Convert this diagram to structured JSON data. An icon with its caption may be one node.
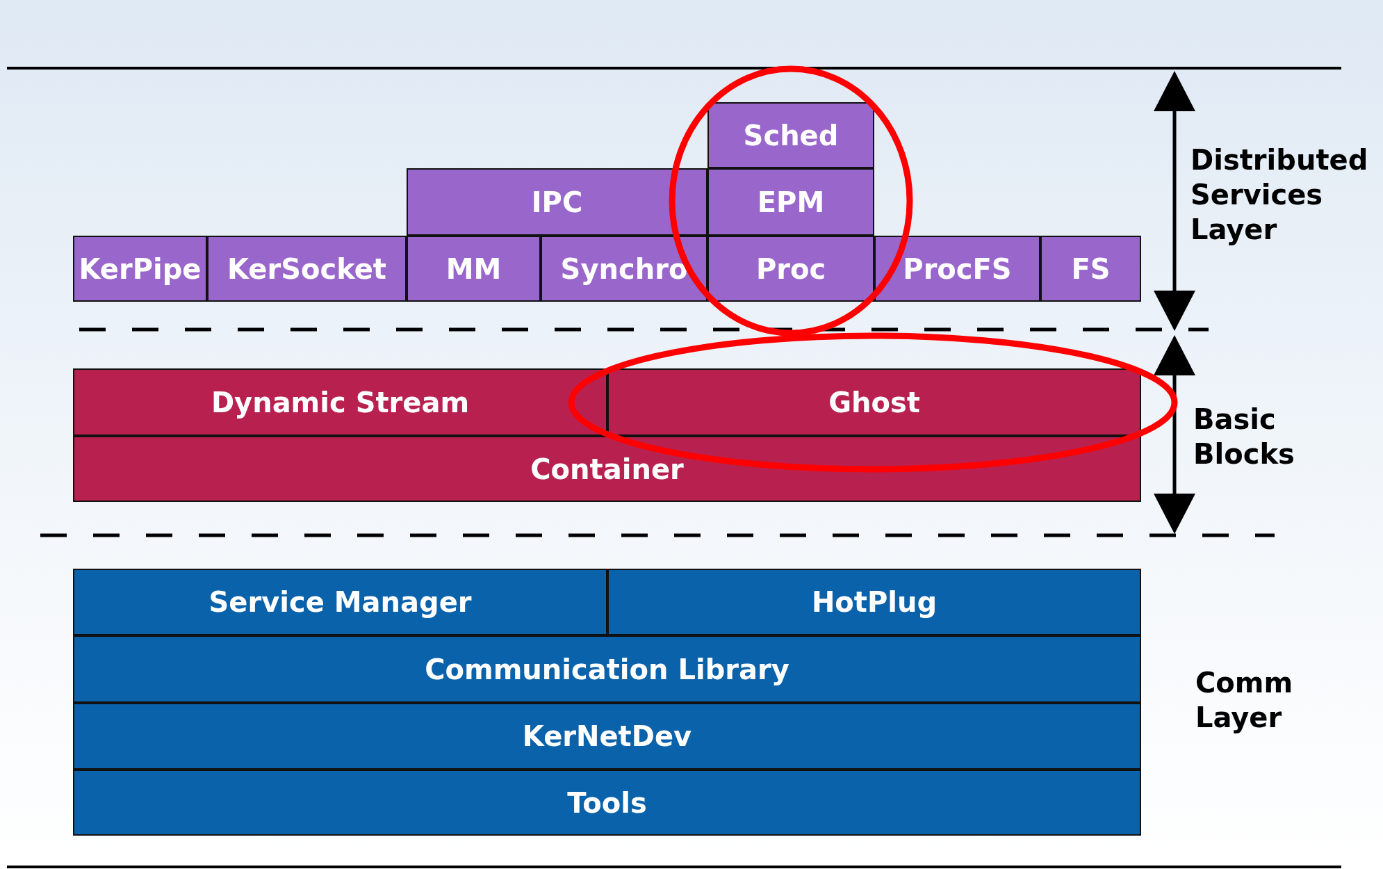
{
  "diagram": {
    "nodes": [
      {
        "text": [
          "Sched"
        ]
      },
      {
        "text": [
          "IPC"
        ]
      },
      {
        "text": [
          "EPM"
        ]
      },
      {
        "text": [
          "KerPipe"
        ]
      },
      {
        "text": [
          "KerSocket"
        ]
      },
      {
        "text": [
          "MM"
        ]
      },
      {
        "text": [
          "Synchro"
        ]
      },
      {
        "text": [
          "Proc"
        ]
      },
      {
        "text": [
          "ProcFS"
        ]
      },
      {
        "text": [
          "FS"
        ]
      },
      {
        "text": [
          "Dynamic Stream"
        ]
      },
      {
        "text": [
          "Ghost"
        ]
      },
      {
        "text": [
          "Container"
        ]
      },
      {
        "text": [
          "Service Manager"
        ]
      },
      {
        "text": [
          "HotPlug"
        ]
      },
      {
        "text": [
          "Communication Library"
        ]
      },
      {
        "text": [
          "KerNetDev"
        ]
      },
      {
        "text": [
          "Tools"
        ]
      }
    ],
    "labels": [
      "Distributed Services Layer",
      "Basic Blocks",
      "Comm Layer"
    ]
  }
}
